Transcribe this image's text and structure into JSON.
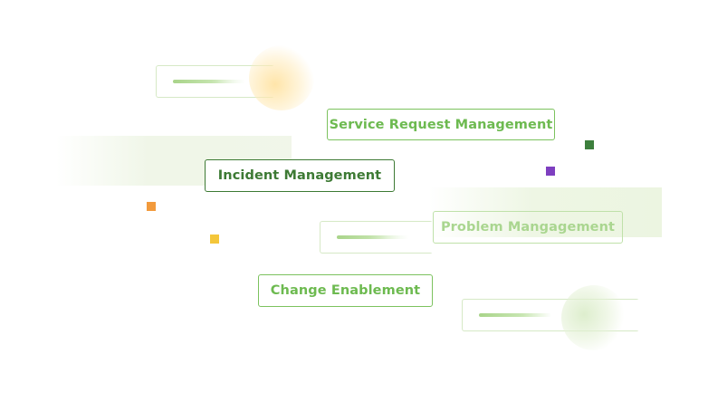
{
  "chips": {
    "service_request": "Service Request Management",
    "incident": "Incident Management",
    "problem": "Problem Mangagement",
    "change": "Change Enablement"
  },
  "colors": {
    "accent_green": "#6dba50",
    "dark_green": "#3d7a34",
    "light_green": "#aad690",
    "square_dark_green": "#3d7f3d",
    "square_purple": "#7e3fc0",
    "square_orange": "#f29a3c",
    "square_yellow": "#f4c63a"
  }
}
